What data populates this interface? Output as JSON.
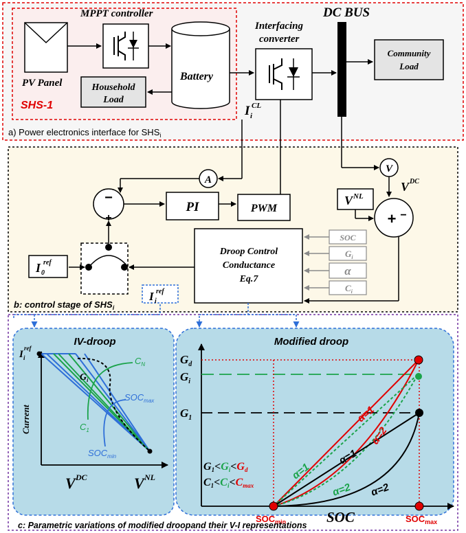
{
  "section_a": {
    "caption_prefix": "a) Power electronics interface for SHS",
    "caption_sub": "i",
    "mppt_label": "MPPT controller",
    "pv_label": "PV Panel",
    "shs_label": "SHS-1",
    "battery_label": "Battery",
    "household_line1": "Household",
    "household_line2": "Load",
    "interfacing_line1": "Interfacing",
    "interfacing_line2": "converter",
    "dcbus_label": "DC BUS",
    "community_line1": "Community",
    "community_line2": "Load",
    "current_main": "I",
    "current_sub": "i",
    "current_sup": "CL"
  },
  "section_b": {
    "caption_prefix": "b: control stage of SHS",
    "caption_sub": "i",
    "ammeter": "A",
    "voltmeter": "V",
    "vdc_main": "V",
    "vdc_sup": "DC",
    "vnl_main": "V",
    "vnl_sup": "NL",
    "pi_label": "PI",
    "pwm_label": "PWM",
    "sum_minus": "−",
    "sum_plus": "+",
    "droop_line1": "Droop Control",
    "droop_line2": "Conductance",
    "droop_line3": "Eq.7",
    "input_soc": "SOC",
    "input_g_main": "G",
    "input_g_sub": "i",
    "input_alpha": "α",
    "input_c_main": "C",
    "input_c_sub": "i",
    "i0_main": "I",
    "i0_sub": "0",
    "i0_sup": "ref",
    "iref_main": "I",
    "iref_sub": "i",
    "iref_sup": "ref"
  },
  "section_c": {
    "caption": "c: Parametric variations of modified droopand their V-I representations",
    "iv": {
      "title": "IV-droop",
      "y_main": "I",
      "y_sub": "i",
      "y_sup": "ref",
      "gi_main": "G",
      "gi_sub": "i",
      "cn_main": "C",
      "cn_sub": "N",
      "socmax_main": "SOC",
      "socmax_sub": "max",
      "c1_main": "C",
      "c1_sub": "1",
      "socmin_main": "SOC",
      "socmin_sub": "min",
      "ylabel": "Current",
      "xlabel_main": "V",
      "xlabel_sup": "DC",
      "vnl_main": "V",
      "vnl_sup": "NL"
    },
    "md": {
      "title": "Modified droop",
      "gd_main": "G",
      "gd_sub": "d",
      "gi_main": "G",
      "gi_sub": "i",
      "g1_main": "G",
      "g1_sub": "1",
      "alpha1_red": "α=1",
      "alpha2_red": "α=2",
      "alpha1_green": "α=1",
      "alpha2_green": "α=2",
      "alpha1_black": "α=1",
      "alpha2_black": "α=2",
      "ineq1": [
        "G",
        "1",
        "<",
        "G",
        "i",
        "<",
        "G",
        "d"
      ],
      "ineq2": [
        "C",
        "1",
        "<",
        "C",
        "i",
        "<",
        "C",
        "max"
      ],
      "xlabel": "SOC",
      "socmin_main": "SOC",
      "socmin_sub": "min",
      "socmax_main": "SOC",
      "socmax_sub": "max"
    }
  },
  "colors": {
    "red": "#e00000",
    "green": "#1ba34a",
    "blue": "#2e6fd8",
    "purple": "#7030a0",
    "panel_blue": "#b7dbe8",
    "ctrl_bg": "#fdf8e8",
    "box_a_bg": "#fbeeee"
  }
}
